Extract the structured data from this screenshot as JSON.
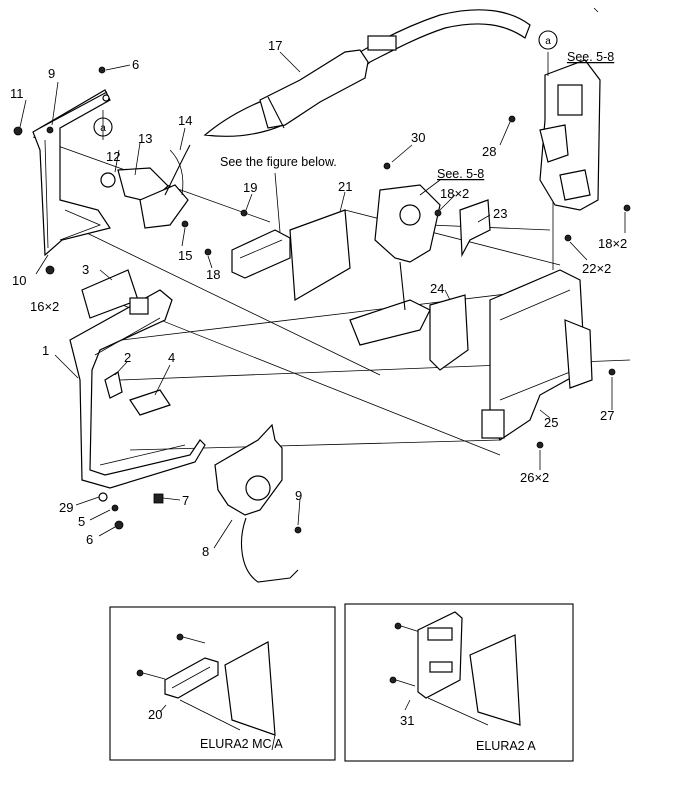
{
  "notes": {
    "see_figure_below": "See the figure below.",
    "see_ref_top": "See. 5-8",
    "see_ref_mid": "See. 5-8",
    "circle_a": "a"
  },
  "callouts": {
    "p1": "1",
    "p2": "2",
    "p3": "3",
    "p4": "4",
    "p5": "5",
    "p6a": "6",
    "p6b": "6",
    "p7": "7",
    "p8": "8",
    "p9a": "9",
    "p9b": "9",
    "p10": "10",
    "p11": "11",
    "p12": "12",
    "p13": "13",
    "p14": "14",
    "p15": "15",
    "p16": "16×2",
    "p17": "17",
    "p18a": "18",
    "p18b": "18×2",
    "p18c": "18×2",
    "p19": "19",
    "p21": "21",
    "p22": "22×2",
    "p23": "23",
    "p24": "24",
    "p25": "25",
    "p26": "26×2",
    "p27": "27",
    "p28": "28",
    "p29": "29",
    "p30": "30"
  },
  "insets": [
    {
      "callout": "20",
      "model": "ELURA2 MC A"
    },
    {
      "callout": "31",
      "model": "ELURA2 A"
    }
  ],
  "colors": {
    "line": "#000000",
    "background": "#ffffff",
    "fill_dark": "#222222"
  }
}
